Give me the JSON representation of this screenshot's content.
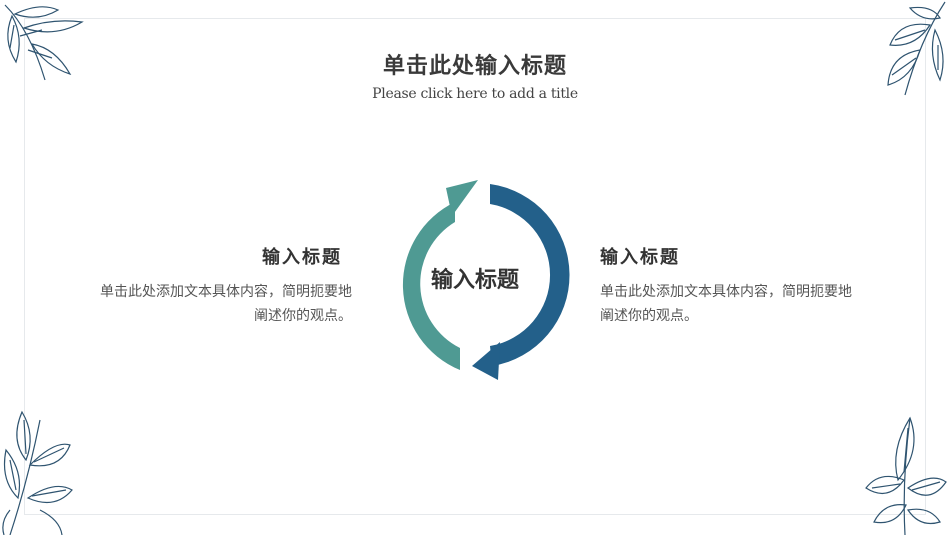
{
  "slide": {
    "title": "单击此处输入标题",
    "subtitle": "Please click here to add a title",
    "center_label": "输入标题",
    "left_block": {
      "heading": "输入标题",
      "text": "单击此处添加文本具体内容，简明扼要地阐述你的观点。"
    },
    "right_block": {
      "heading": "输入标题",
      "text": "单击此处添加文本具体内容，简明扼要地阐述你的观点。"
    }
  },
  "colors": {
    "teal_arrow": "#4f9a93",
    "blue_arrow": "#23608a",
    "leaf_stroke": "#2f5470"
  },
  "icons": [
    "leaf-branch-icon",
    "cycle-arrows-icon"
  ]
}
